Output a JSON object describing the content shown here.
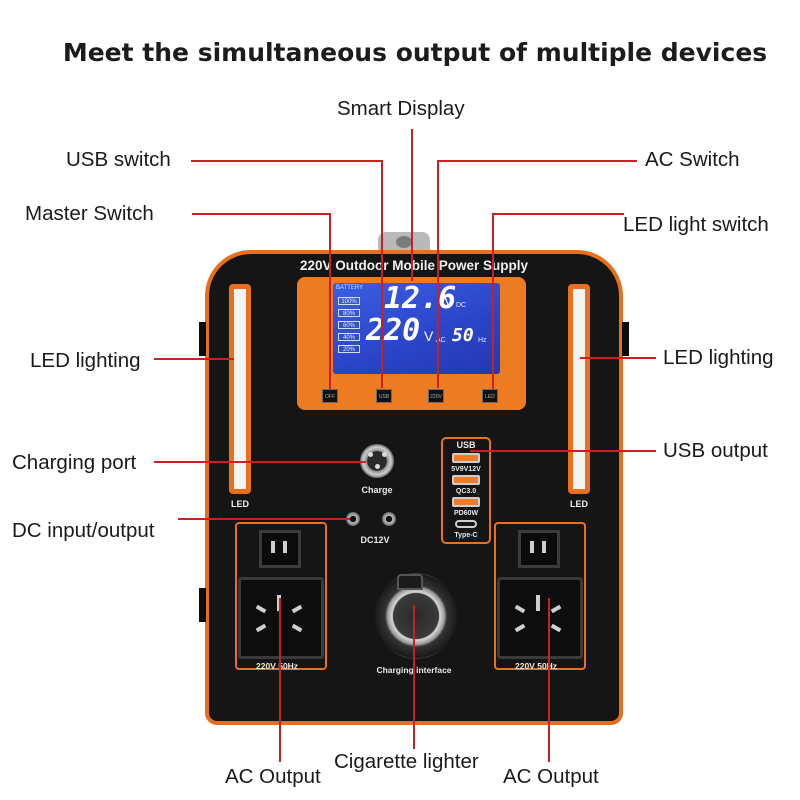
{
  "title": "Meet the simultaneous output of multiple devices",
  "callouts": {
    "smart_display": "Smart Display",
    "usb_switch": "USB switch",
    "ac_switch": "AC Switch",
    "master_switch": "Master Switch",
    "led_light_switch": "LED light switch",
    "led_lighting_left": "LED lighting",
    "led_lighting_right": "LED lighting",
    "charging_port": "Charging port",
    "usb_output": "USB output",
    "dc_input_output": "DC input/output",
    "ac_output_left": "AC Output",
    "cigarette_lighter": "Cigarette lighter",
    "ac_output_right": "AC Output"
  },
  "device": {
    "name": "220V Outdoor Mobile Power Supply",
    "lcd": {
      "battery_label": "BATTERY",
      "battery_levels": [
        "100%",
        "80%",
        "60%",
        "40%",
        "20%"
      ],
      "dc_voltage": "12.6",
      "dc_unit": "V",
      "dc_sub": "DC",
      "ac_voltage": "220",
      "ac_unit": "V",
      "ac_sub": "AC",
      "frequency": "50",
      "freq_unit": "Hz"
    },
    "buttons": [
      "OFF",
      "USB",
      "220V",
      "LED"
    ],
    "led_label": "LED",
    "charge_label": "Charge",
    "dc_label": "DC12V",
    "usb_panel": {
      "heading": "USB",
      "ports": [
        "5V9V12V",
        "QC3.0",
        "PD60W",
        "Type-C"
      ]
    },
    "outlet_label": "220V 50Hz",
    "cig_label": "Charging interface"
  },
  "colors": {
    "accent": "#e76f1b",
    "leader": "#cc1f1f",
    "body": "#151515",
    "lcd": "#2a44c8"
  }
}
